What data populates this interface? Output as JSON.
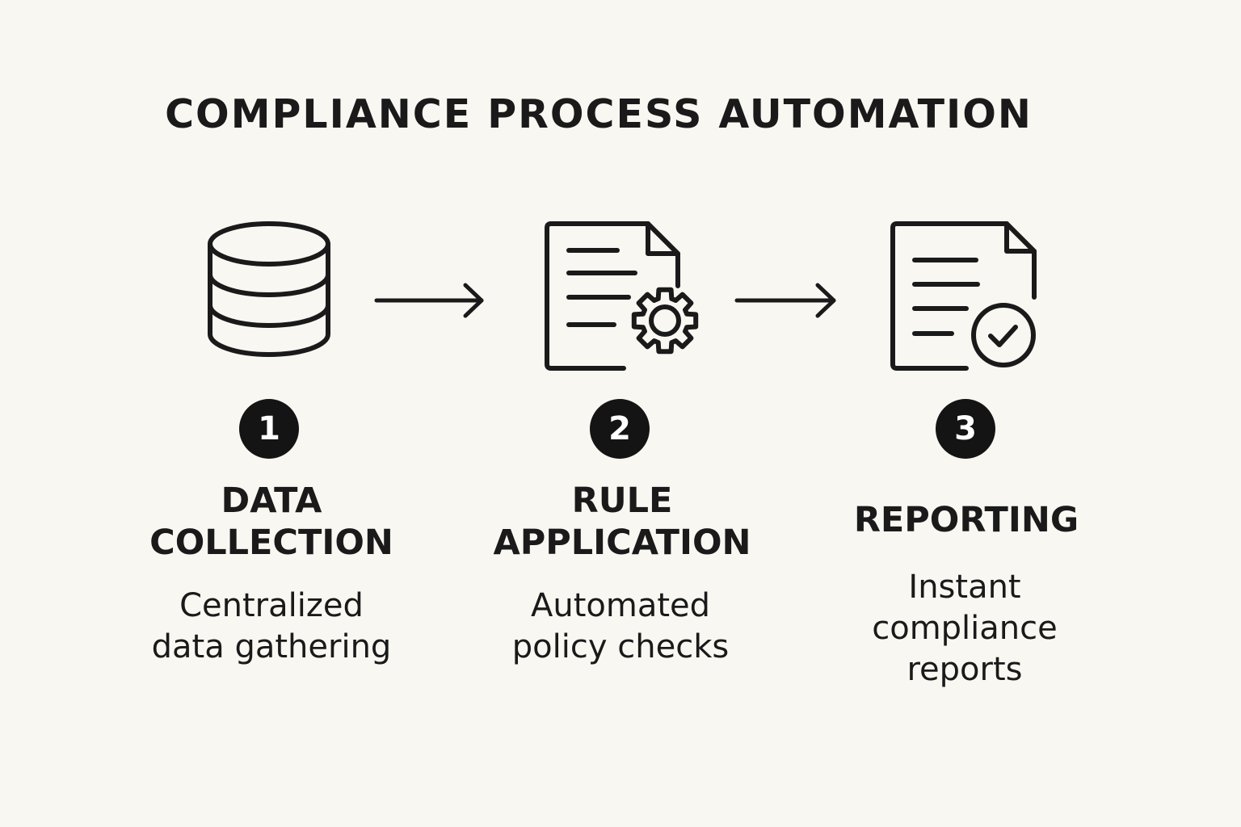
{
  "title": "COMPLIANCE PROCESS AUTOMATION",
  "steps": [
    {
      "number": "1",
      "heading": "DATA\nCOLLECTION",
      "description": "Centralized\ndata gathering",
      "icon": "database-icon"
    },
    {
      "number": "2",
      "heading": "RULE\nAPPLICATION",
      "description": "Automated\npolicy checks",
      "icon": "document-gear-icon"
    },
    {
      "number": "3",
      "heading": "REPORTING",
      "description": "Instant\ncompliance\nreports",
      "icon": "document-check-icon"
    }
  ],
  "colors": {
    "background": "#f9f7f2",
    "ink": "#1a1a1a",
    "badge": "#141414"
  }
}
